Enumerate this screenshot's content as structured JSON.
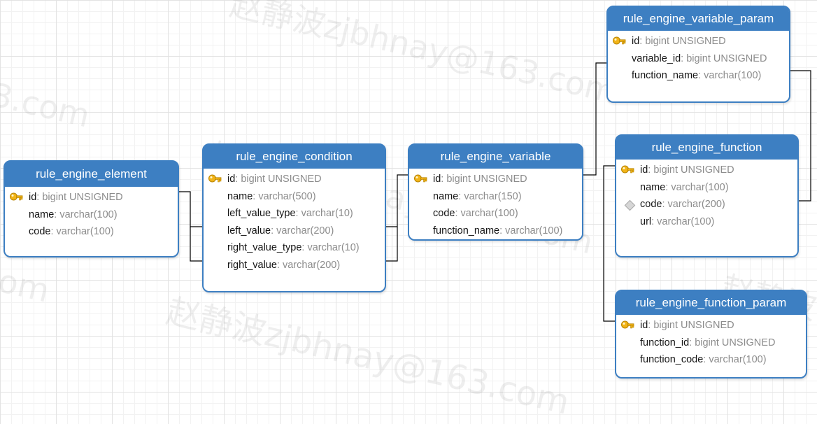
{
  "watermarks": [
    "赵静波zjbhnay@163.com",
    "赵静波zjbhnay@163.com",
    "赵静波zjbhnay@163.com",
    "3.com",
    "赵静波",
    "com"
  ],
  "tables": {
    "element": {
      "title": "rule_engine_element",
      "fields": [
        {
          "name": "id",
          "type": ": bigint UNSIGNED",
          "key": true
        },
        {
          "name": "name",
          "type": ": varchar(100)"
        },
        {
          "name": "code",
          "type": ": varchar(100)"
        }
      ]
    },
    "condition": {
      "title": "rule_engine_condition",
      "fields": [
        {
          "name": "id",
          "type": ": bigint UNSIGNED",
          "key": true
        },
        {
          "name": "name",
          "type": ": varchar(500)"
        },
        {
          "name": "left_value_type",
          "type": ": varchar(10)"
        },
        {
          "name": "left_value",
          "type": ": varchar(200)"
        },
        {
          "name": "right_value_type",
          "type": ": varchar(10)"
        },
        {
          "name": "right_value",
          "type": ": varchar(200)"
        }
      ]
    },
    "variable": {
      "title": "rule_engine_variable",
      "fields": [
        {
          "name": "id",
          "type": ": bigint UNSIGNED",
          "key": true
        },
        {
          "name": "name",
          "type": ": varchar(150)"
        },
        {
          "name": "code",
          "type": ": varchar(100)"
        },
        {
          "name": "function_name",
          "type": ": varchar(100)"
        }
      ]
    },
    "variable_param": {
      "title": "rule_engine_variable_param",
      "fields": [
        {
          "name": "id",
          "type": ": bigint UNSIGNED",
          "key": true
        },
        {
          "name": "variable_id",
          "type": ": bigint UNSIGNED"
        },
        {
          "name": "function_name",
          "type": ": varchar(100)"
        }
      ]
    },
    "function": {
      "title": "rule_engine_function",
      "fields": [
        {
          "name": "id",
          "type": ": bigint UNSIGNED",
          "key": true
        },
        {
          "name": "name",
          "type": ": varchar(100)"
        },
        {
          "name": "code",
          "type": ": varchar(200)",
          "index": true
        },
        {
          "name": "url",
          "type": ": varchar(100)"
        }
      ]
    },
    "function_param": {
      "title": "rule_engine_function_param",
      "fields": [
        {
          "name": "id",
          "type": ": bigint UNSIGNED",
          "key": true
        },
        {
          "name": "function_id",
          "type": ": bigint UNSIGNED"
        },
        {
          "name": "function_code",
          "type": ": varchar(100)"
        }
      ]
    }
  },
  "colors": {
    "header": "#3d7fc2",
    "border": "#3d7fc2",
    "field_name": "#141414",
    "field_type": "#8c8c8c",
    "connector": "#000000",
    "key": "#f2b418"
  }
}
